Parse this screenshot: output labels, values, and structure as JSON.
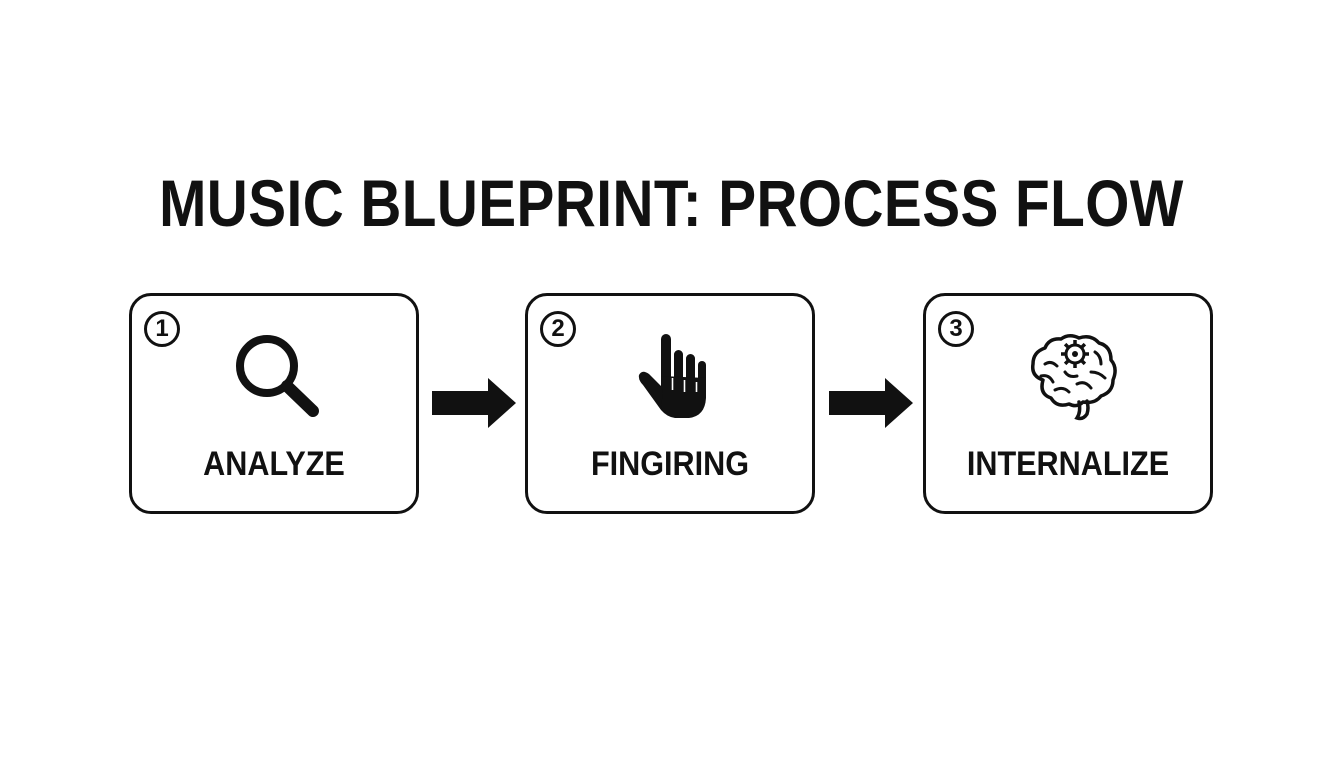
{
  "title": "MUSIC BLUEPRINT: PROCESS FLOW",
  "steps": [
    {
      "number": "1",
      "label": "ANALYZE",
      "icon": "magnifying-glass-icon"
    },
    {
      "number": "2",
      "label": "FINGIRING",
      "icon": "pointing-hand-icon"
    },
    {
      "number": "3",
      "label": "INTERNALIZE",
      "icon": "brain-gear-icon"
    }
  ],
  "connectors": [
    "arrow-right-icon",
    "arrow-right-icon"
  ],
  "colors": {
    "ink": "#111111",
    "background": "#ffffff"
  }
}
